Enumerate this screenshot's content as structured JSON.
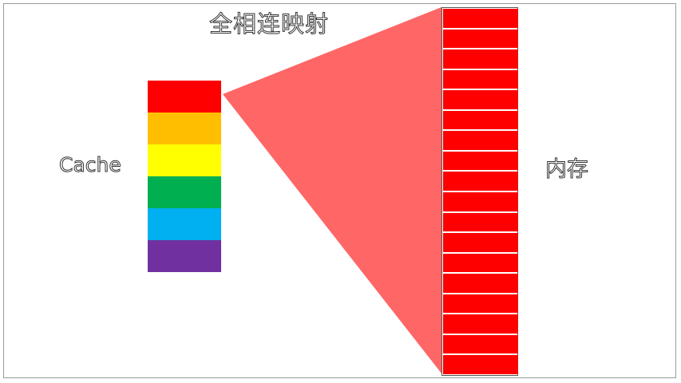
{
  "diagram": {
    "title": "全相连映射",
    "cache_label": "Cache",
    "memory_label": "内存",
    "cache_lines": [
      {
        "color": "#ff0000"
      },
      {
        "color": "#ffbf00"
      },
      {
        "color": "#ffff00"
      },
      {
        "color": "#00b050"
      },
      {
        "color": "#00b0f0"
      },
      {
        "color": "#7030a0"
      }
    ],
    "memory_block_count": 18,
    "memory_block_color": "#ff0000",
    "mapping_color": "#ff6666"
  }
}
